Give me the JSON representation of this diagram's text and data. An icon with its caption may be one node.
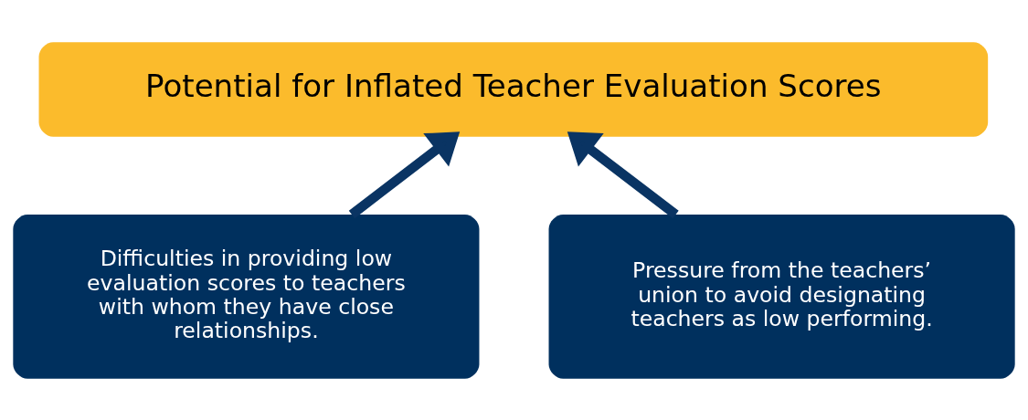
{
  "diagram": {
    "nodes": [
      {
        "text": [
          "Potential for Inflated Teacher Evaluation Scores"
        ]
      },
      {
        "text": [
          "Difficulties in providing low evaluation scores to teachers with whom they have close relationships."
        ]
      },
      {
        "text": [
          "Pressure from the teachers’ union to avoid designating teachers as low performing."
        ]
      }
    ],
    "edges": [
      {
        "from": 1,
        "to": 0,
        "arrow": "to"
      },
      {
        "from": 2,
        "to": 0,
        "arrow": "to"
      }
    ]
  }
}
